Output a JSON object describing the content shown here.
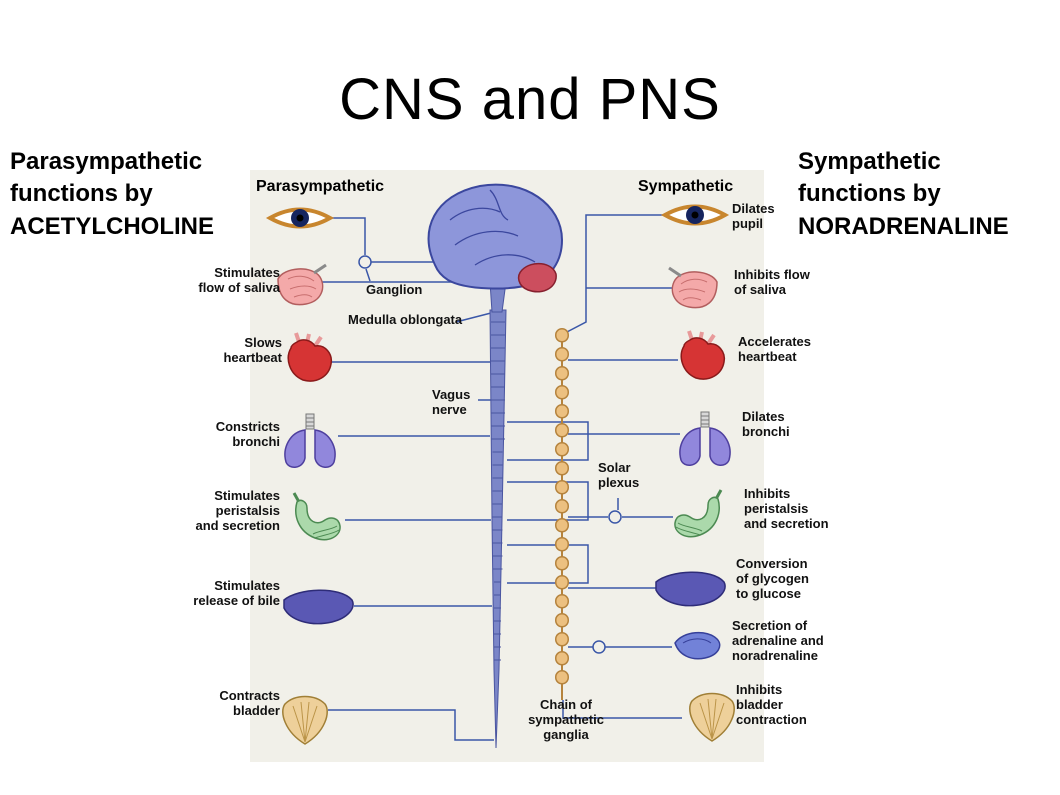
{
  "slide": {
    "title": "CNS and PNS",
    "left_caption": "Parasympathetic\nfunctions by\nACETYLCHOLINE",
    "right_caption": "Sympathetic\nfunctions by\nNORADRENALINE"
  },
  "diagram": {
    "headers": {
      "left": "Parasympathetic",
      "right": "Sympathetic"
    },
    "left_labels": [
      "Stimulates\nflow of saliva",
      "Slows\nheartbeat",
      "Constricts\nbronchi",
      "Stimulates\nperistalsis\nand secretion",
      "Stimulates\nrelease of bile",
      "Contracts\nbladder"
    ],
    "center_labels": {
      "ganglion": "Ganglion",
      "medulla": "Medulla oblongata",
      "vagus": "Vagus\nnerve",
      "solar_plexus": "Solar\nplexus",
      "chain": "Chain of\nsympathetic\nganglia"
    },
    "right_labels": [
      "Dilates\npupil",
      "Inhibits flow\nof saliva",
      "Accelerates\nheartbeat",
      "Dilates\nbronchi",
      "Inhibits\nperistalsis\nand secretion",
      "Conversion\nof glycogen\nto glucose",
      "Secretion of\nadrenaline and\nnoradrenaline",
      "Inhibits\nbladder\ncontraction"
    ],
    "organ_icons": [
      "eye-icon",
      "brain-icon",
      "cerebellum-icon",
      "spinal-cord-icon",
      "sympathetic-chain-icon",
      "salivary-gland-icon",
      "heart-icon",
      "lungs-icon",
      "stomach-icon",
      "liver-icon",
      "adrenal-gland-icon",
      "bladder-icon",
      "ganglion-node-icon",
      "solar-plexus-node-icon"
    ]
  },
  "colors": {
    "nerve_line": "#3a57a8",
    "spinal_cord": "#7b86c8",
    "brain": "#8d96da",
    "cerebellum": "#cc4e5e",
    "ganglia_chain": "#ecc080",
    "salivary_gland": "#f4a9a9",
    "heart": "#d63434",
    "lungs": "#9187dc",
    "stomach": "#abd9ab",
    "liver": "#5a58b4",
    "adrenal": "#7282d8",
    "bladder": "#eed09a",
    "eye_outline": "#c8862e"
  }
}
